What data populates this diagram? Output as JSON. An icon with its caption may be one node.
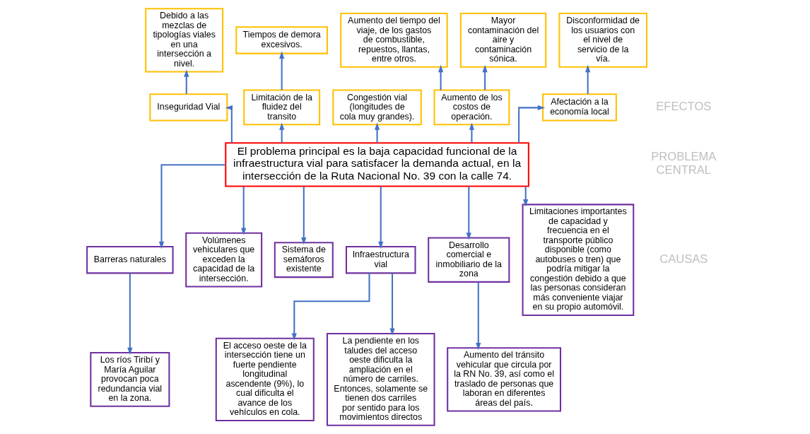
{
  "diagram": {
    "nodes": [
      {
        "text": [
          "El problema principal es la baja capacidad funcional de la infraestructura vial para satisfacer la demanda actual, en la intersección de la Ruta Nacional No. 39 con la calle 74."
        ]
      },
      {
        "text": [
          "Inseguridad Vial"
        ]
      },
      {
        "text": [
          "Debido a las mezclas de tipologías viales en una intersección a nivel."
        ]
      },
      {
        "text": [
          "Limitación de la fluidez del transito"
        ]
      },
      {
        "text": [
          "Tiempos de demora excesivos."
        ]
      },
      {
        "text": [
          "Congestión vial (longitudes de cola muy grandes)."
        ]
      },
      {
        "text": [
          "Aumento de los costos de operación."
        ]
      },
      {
        "text": [
          "Aumento del tiempo del viaje, de los gastos de combustible, repuestos, llantas, entre otros."
        ]
      },
      {
        "text": [
          "Mayor contaminación del aire y contaminación sónica."
        ]
      },
      {
        "text": [
          "Afectación a la economía local"
        ]
      },
      {
        "text": [
          "Disconformidad de los usuarios con el nivel de servicio de la vía."
        ]
      },
      {
        "text": [
          "Barreras naturales"
        ]
      },
      {
        "text": [
          "Los ríos Tiribí y María Aguilar provocan poca redundancia vial en la zona."
        ]
      },
      {
        "text": [
          "Volúmenes vehiculares que exceden la capacidad de la intersección."
        ]
      },
      {
        "text": [
          "Sistema de semáforos existente"
        ]
      },
      {
        "text": [
          "Infraestructura vial"
        ]
      },
      {
        "text": [
          "El acceso oeste de la intersección tiene un fuerte pendiente longitudinal ascendente (9%), lo cual dificulta el avance de los vehículos en cola."
        ]
      },
      {
        "text": [
          "La pendiente en los taludes del acceso oeste dificulta la ampliación en el número de carriles. Entonces, solamente se tienen dos carriles por sentido para los movimientos directos"
        ]
      },
      {
        "text": [
          "Desarrollo comercial e inmobiliario de la zona"
        ]
      },
      {
        "text": [
          "Aumento del tránsito vehicular que circula por la RN No. 39, así como el traslado de personas que laboran en diferentes áreas del país."
        ]
      },
      {
        "text": [
          "Limitaciones importantes de capacidad y frecuencia en el transporte público disponible (como autobuses o tren) que podría mitigar la congestión debido a que las personas consideran más conveniente viajar en su propio automóvil."
        ]
      }
    ],
    "edges": [
      {
        "from": 0,
        "to": 1,
        "arrow": "to"
      },
      {
        "from": 0,
        "to": 3,
        "arrow": "to"
      },
      {
        "from": 0,
        "to": 5,
        "arrow": "to"
      },
      {
        "from": 0,
        "to": 6,
        "arrow": "to"
      },
      {
        "from": 0,
        "to": 9,
        "arrow": "to"
      },
      {
        "from": 1,
        "to": 2,
        "arrow": "to"
      },
      {
        "from": 3,
        "to": 4,
        "arrow": "to"
      },
      {
        "from": 6,
        "to": 7,
        "arrow": "to"
      },
      {
        "from": 6,
        "to": 8,
        "arrow": "to"
      },
      {
        "from": 9,
        "to": 10,
        "arrow": "to"
      },
      {
        "from": 0,
        "to": 11,
        "arrow": "to"
      },
      {
        "from": 0,
        "to": 13,
        "arrow": "to"
      },
      {
        "from": 0,
        "to": 14,
        "arrow": "to"
      },
      {
        "from": 0,
        "to": 15,
        "arrow": "to"
      },
      {
        "from": 0,
        "to": 18,
        "arrow": "to"
      },
      {
        "from": 0,
        "to": 20,
        "arrow": "to"
      },
      {
        "from": 11,
        "to": 12,
        "arrow": "to"
      },
      {
        "from": 15,
        "to": 16,
        "arrow": "to"
      },
      {
        "from": 15,
        "to": 17,
        "arrow": "to"
      },
      {
        "from": 18,
        "to": 19,
        "arrow": "to"
      }
    ],
    "labels": [
      "EFECTOS",
      "PROBLEMA CENTRAL",
      "CAUSAS"
    ]
  }
}
